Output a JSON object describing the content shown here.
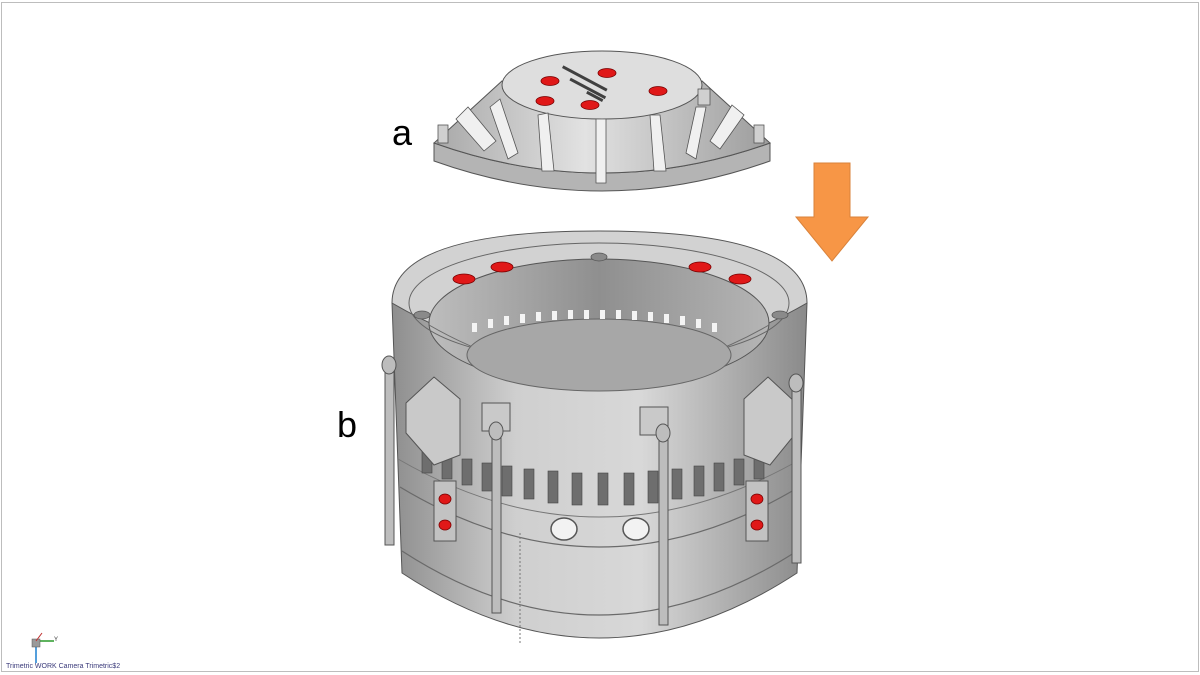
{
  "labels": {
    "part_a": "a",
    "part_b": "b"
  },
  "viewport": {
    "camera_text": "Trimetric WORK Camera Trimetric$2",
    "axis_y": "Y"
  },
  "colors": {
    "arrow": "#f79646",
    "part_fill": "#c8c8c8",
    "part_top": "#dcdcdc",
    "part_shadow": "#9a9a9a",
    "hole_red": "#e01818",
    "outline": "#505050"
  },
  "icons": {
    "direction_arrow": "down-arrow-icon",
    "triad": "axis-triad-icon"
  }
}
